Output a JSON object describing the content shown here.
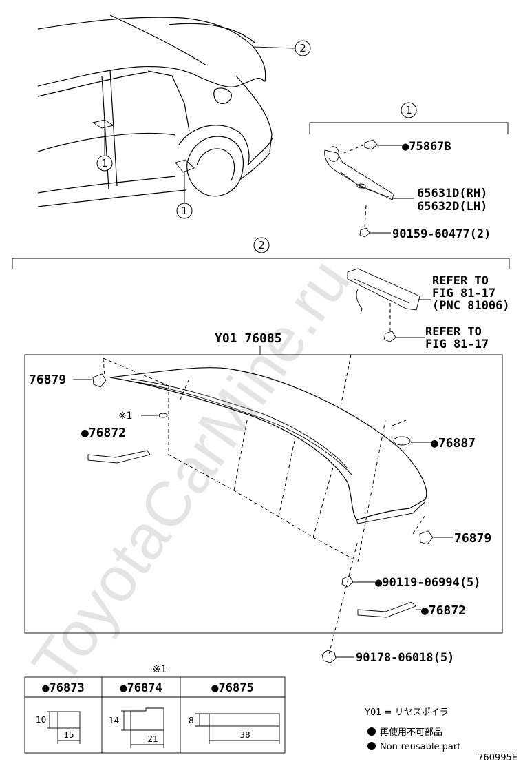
{
  "watermark": "ToyotaCarMine.ru",
  "callouts": {
    "one": "1",
    "two": "2"
  },
  "parts": {
    "p75867b": "●75867B",
    "p65631d": "65631D(RH)",
    "p65632d": "65632D(LH)",
    "p90159": "90159-60477(2)",
    "refer1_line1": "REFER TO",
    "refer1_line2": "FIG 81-17",
    "refer1_line3": "(PNC 81006)",
    "refer2_line1": "REFER TO",
    "refer2_line2": "FIG 81-17",
    "assembly": "Y01 76085",
    "p76879_left": "76879",
    "p76879_right": "76879",
    "note_mark": "※1",
    "p76872_left": "●76872",
    "p76872_right": "●76872",
    "p76887": "●76887",
    "p90119": "●90119-06994(5)",
    "p90178": "90178-06018(5)"
  },
  "table": {
    "note_mark": "※1",
    "headers": [
      "●76873",
      "●76874",
      "●76875"
    ],
    "dims": {
      "c1_h": "10",
      "c1_w": "15",
      "c2_h": "14",
      "c2_w": "21",
      "c3_h": "8",
      "c3_w": "38"
    }
  },
  "legend": {
    "y01": "Y01 = リヤスポイラ",
    "reuse_jp": "再使用不可部品",
    "reuse_en": "Non-reusable part"
  },
  "figure_id": "760995E"
}
